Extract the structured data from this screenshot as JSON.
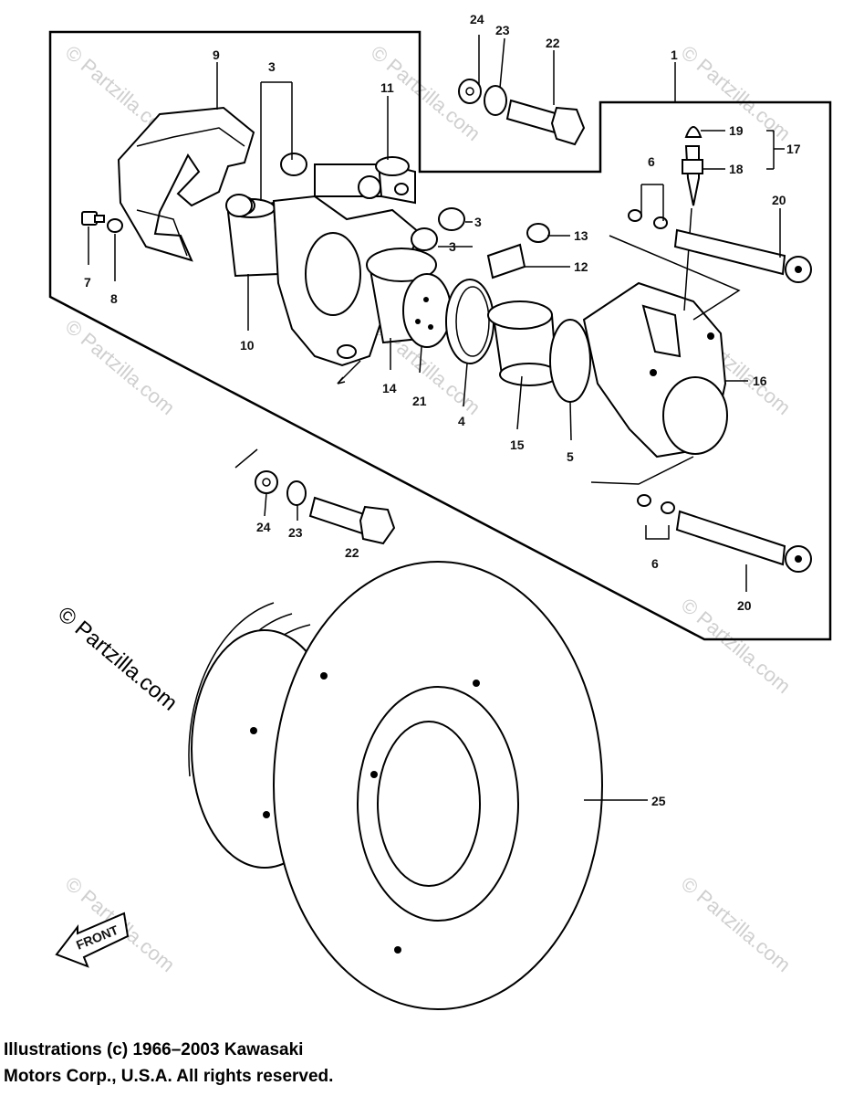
{
  "callouts": {
    "c1": "1",
    "c3a": "3",
    "c3b": "3",
    "c3c": "3",
    "c4": "4",
    "c5": "5",
    "c6a": "6",
    "c6b": "6",
    "c7": "7",
    "c8": "8",
    "c9": "9",
    "c10": "10",
    "c11": "11",
    "c12": "12",
    "c13": "13",
    "c14": "14",
    "c15": "15",
    "c16": "16",
    "c17": "17",
    "c18": "18",
    "c19": "19",
    "c20a": "20",
    "c20b": "20",
    "c21": "21",
    "c22a": "22",
    "c22b": "22",
    "c23a": "23",
    "c23b": "23",
    "c24a": "24",
    "c24b": "24",
    "c25": "25"
  },
  "front_label": "FRONT",
  "watermark": "© Partzilla.com",
  "copyright": {
    "line1": "Illustrations (c) 1966–2003 Kawasaki",
    "line2": "Motors Corp., U.S.A.  All rights reserved."
  }
}
